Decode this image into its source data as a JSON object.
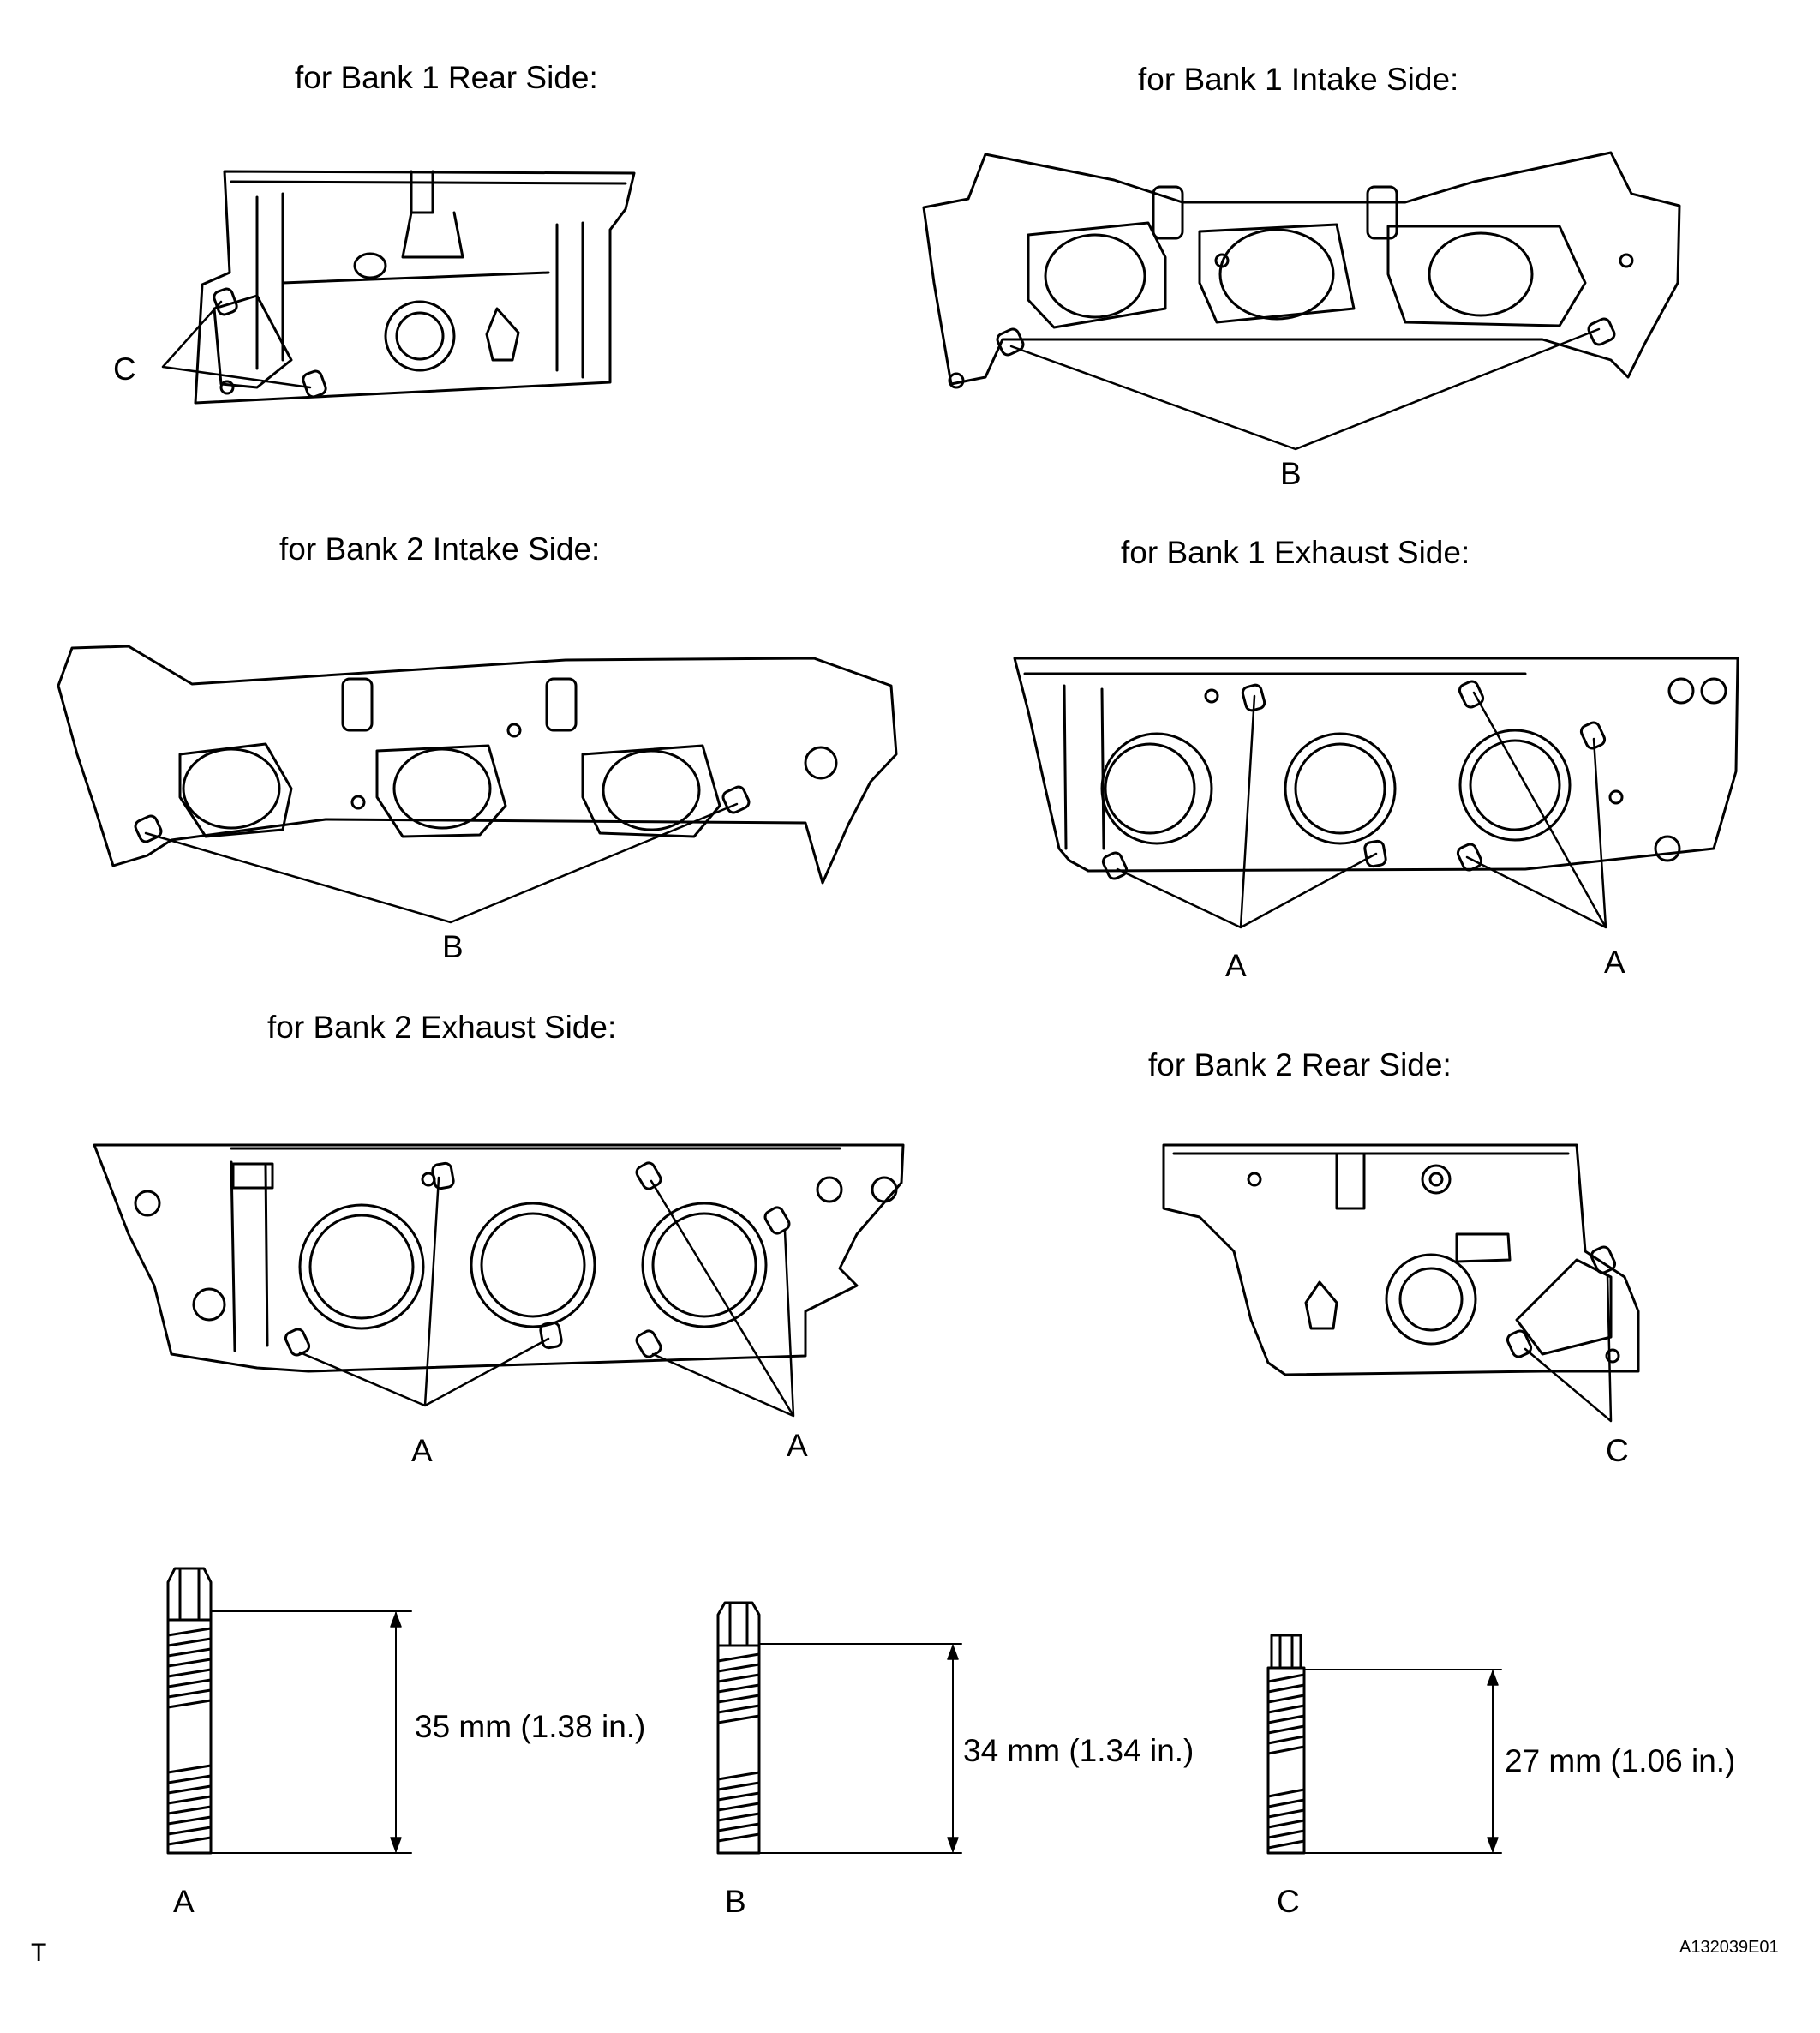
{
  "titles": {
    "bank1_rear": "for Bank 1 Rear Side:",
    "bank1_intake": "for Bank 1 Intake Side:",
    "bank2_intake": "for Bank 2 Intake Side:",
    "bank1_exhaust": "for Bank 1 Exhaust Side:",
    "bank2_exhaust": "for Bank 2 Exhaust Side:",
    "bank2_rear": "for Bank 2 Rear Side:"
  },
  "callouts": {
    "stud_a": "A",
    "stud_b": "B",
    "stud_c": "C"
  },
  "studs": [
    {
      "letter": "A",
      "length": "35 mm (1.38 in.)"
    },
    {
      "letter": "B",
      "length": "34 mm (1.34 in.)"
    },
    {
      "letter": "C",
      "length": "27 mm (1.06 in.)"
    }
  ],
  "corner_mark": "T",
  "figure_code": "A132039E01"
}
